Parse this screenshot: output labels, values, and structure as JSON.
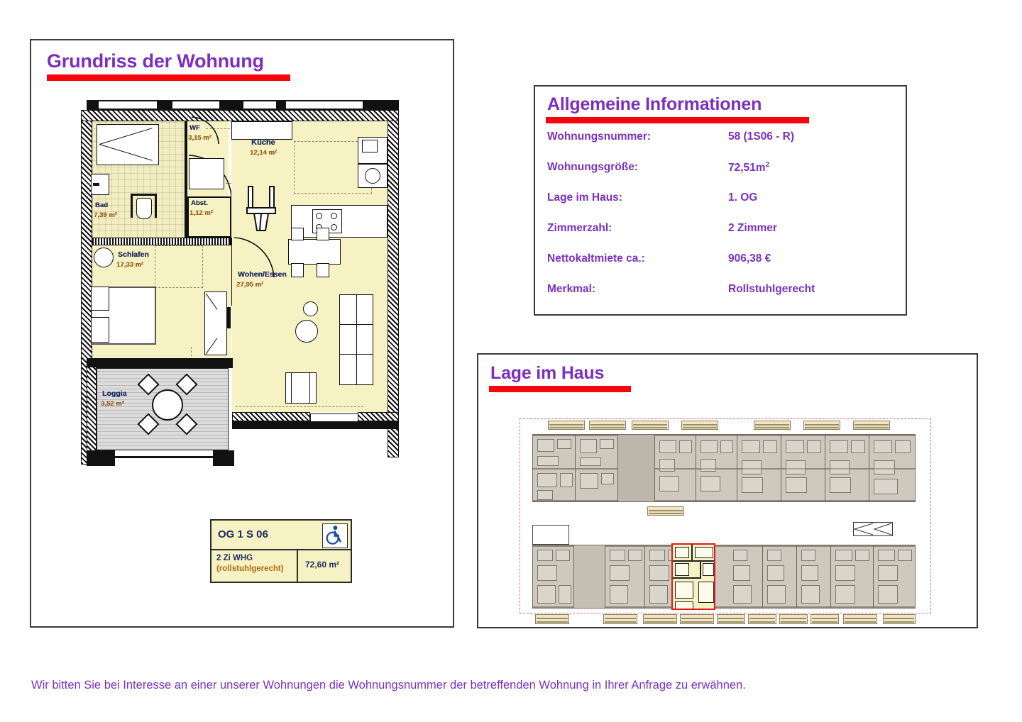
{
  "document": {
    "footer_note": "Wir bitten Sie bei Interesse an einer unserer Wohnungen die Wohnungsnummer der betreffenden Wohnung in Ihrer Anfrage zu erwähnen."
  },
  "colors": {
    "heading_purple": "#7B2FBE",
    "rule_red": "#f5060a",
    "room_fill": "#f7f2c4",
    "highlight_red": "#e01b1b",
    "label_blue": "#1d2a5e",
    "area_orange": "#b06a12"
  },
  "floorplan_panel": {
    "heading": "Grundriss der Wohnung",
    "rooms": [
      {
        "name": "WF",
        "area": "3,15 m²"
      },
      {
        "name": "Küche",
        "area": "12,14 m²"
      },
      {
        "name": "Bad",
        "area": "7,39 m²"
      },
      {
        "name": "Abst.",
        "area": "1,12 m²"
      },
      {
        "name": "Schlafen",
        "area": "17,33 m²"
      },
      {
        "name": "Wohen/Essen",
        "area": "27,95 m²"
      },
      {
        "name": "Loggia",
        "area": "3,52 m²"
      }
    ],
    "legend": {
      "unit_code": "OG 1 S 06",
      "type_line1": "2 Zi WHG",
      "type_line2": "(rollstuhlgerecht)",
      "area": "72,60 m²",
      "accessibility_icon": "wheelchair-icon"
    }
  },
  "info_panel": {
    "heading": "Allgemeine Informationen",
    "rows": [
      {
        "label": "Wohnungsnummer:",
        "value": "58 (1S06 - R)"
      },
      {
        "label": "Wohnungsgröße:",
        "value": "72,51m",
        "sup": "2"
      },
      {
        "label": "Lage im Haus:",
        "value": "1. OG"
      },
      {
        "label": "Zimmerzahl:",
        "value": "2 Zimmer"
      },
      {
        "label": "Nettokaltmiete ca.:",
        "value": "906,38 €"
      },
      {
        "label": "Merkmal:",
        "value": "Rollstuhlgerecht"
      }
    ]
  },
  "location_panel": {
    "heading": "Lage im Haus",
    "description": "Gebäudegrundriss mit rot markierter Wohnung"
  }
}
